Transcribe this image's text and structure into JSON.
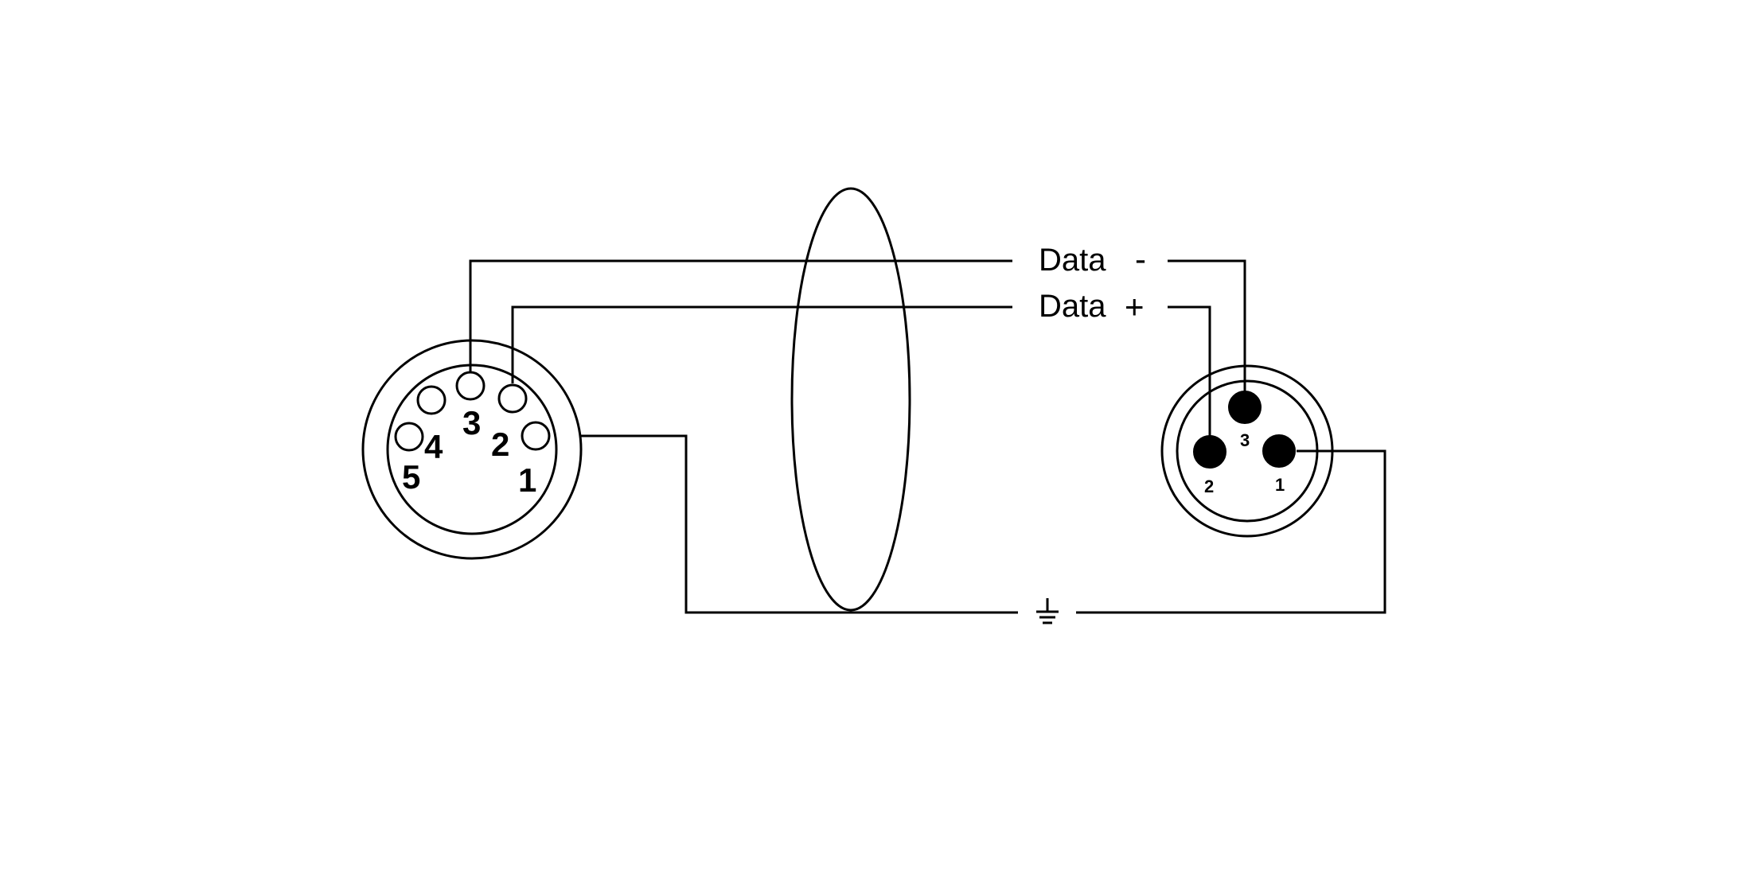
{
  "din_connector": {
    "pin_labels": [
      "1",
      "2",
      "3",
      "4",
      "5"
    ]
  },
  "xlr_connector": {
    "pin_labels": [
      "1",
      "2",
      "3"
    ]
  },
  "wires": {
    "data_minus": {
      "label": "Data",
      "sign": "-"
    },
    "data_plus": {
      "label": "Data",
      "sign": "+"
    },
    "ground": {
      "symbol": "ground-icon"
    }
  },
  "colors": {
    "line": "#000000",
    "background": "#ffffff"
  }
}
